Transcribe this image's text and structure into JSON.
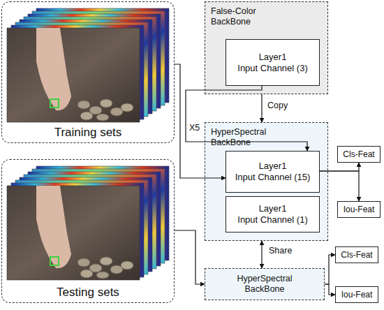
{
  "diagram": {
    "nodes": [
      {
        "text": [
          "Training sets"
        ]
      },
      {
        "text": [
          "Testing sets"
        ]
      },
      {
        "text": [
          "False-Color BackBone"
        ]
      },
      {
        "text": [
          "Layer1",
          "Input Channel (3)"
        ],
        "in": 2
      },
      {
        "text": [
          "HyperSpectral BackBone"
        ]
      },
      {
        "text": [
          "Layer1",
          "Input Channel (15)"
        ],
        "in": 4
      },
      {
        "text": [
          "Layer1",
          "Input Channel (1)"
        ],
        "in": 4
      },
      {
        "text": [
          "Cls-Feat"
        ]
      },
      {
        "text": [
          "Iou-Feat"
        ]
      },
      {
        "text": [
          "HyperSpectral BackBone"
        ]
      },
      {
        "text": [
          "Cls-Feat"
        ]
      },
      {
        "text": [
          "Iou-Feat"
        ]
      }
    ],
    "edges": [
      {
        "from": 0,
        "to": 5,
        "arrow": "to"
      },
      {
        "from": 3,
        "to": 5,
        "label": "X5",
        "arrow": "to"
      },
      {
        "from": 2,
        "to": 4,
        "label": "Copy",
        "arrow": "to"
      },
      {
        "from": 1,
        "to": 9,
        "arrow": "to"
      },
      {
        "from": 5,
        "to": 7,
        "arrow": "to"
      },
      {
        "from": 5,
        "to": 8,
        "arrow": "to"
      },
      {
        "from": 4,
        "to": 9,
        "label": "Share",
        "arrow": "both"
      },
      {
        "from": 9,
        "to": 10,
        "arrow": "to"
      },
      {
        "from": 9,
        "to": 11,
        "arrow": "to"
      }
    ]
  }
}
